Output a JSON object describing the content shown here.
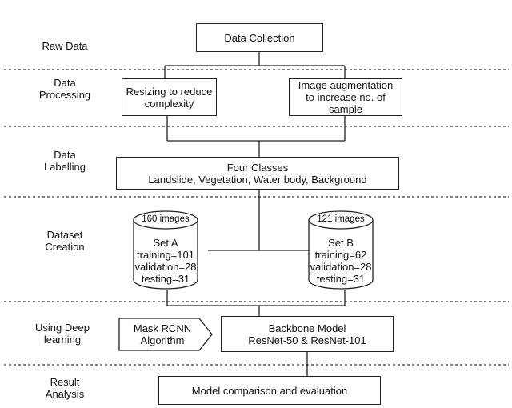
{
  "stages": {
    "raw_data": "Raw Data",
    "data_processing": [
      "Data",
      "Processing"
    ],
    "data_labelling": [
      "Data",
      "Labelling"
    ],
    "dataset_creation": [
      "Dataset",
      "Creation"
    ],
    "deep_learning": [
      "Using Deep",
      "learning"
    ],
    "result_analysis": [
      "Result",
      "Analysis"
    ]
  },
  "boxes": {
    "data_collection": "Data Collection",
    "resizing": [
      "Resizing to reduce",
      "complexity"
    ],
    "augmentation": [
      "Image augmentation",
      "to increase no. of",
      "sample"
    ],
    "classes": [
      "Four Classes",
      "Landslide, Vegetation, Water body, Background"
    ],
    "mask_rcnn": [
      "Mask RCNN",
      "Algorithm"
    ],
    "backbone": [
      "Backbone Model",
      "ResNet-50 & ResNet-101"
    ],
    "evaluation": "Model comparison and evaluation"
  },
  "sets": {
    "a": {
      "count": "160 images",
      "name": "Set A",
      "training": "training=101",
      "validation": "validation=28",
      "testing": "testing=31"
    },
    "b": {
      "count": "121 images",
      "name": "Set B",
      "training": "training=62",
      "validation": "validation=28",
      "testing": "testing=31"
    }
  }
}
